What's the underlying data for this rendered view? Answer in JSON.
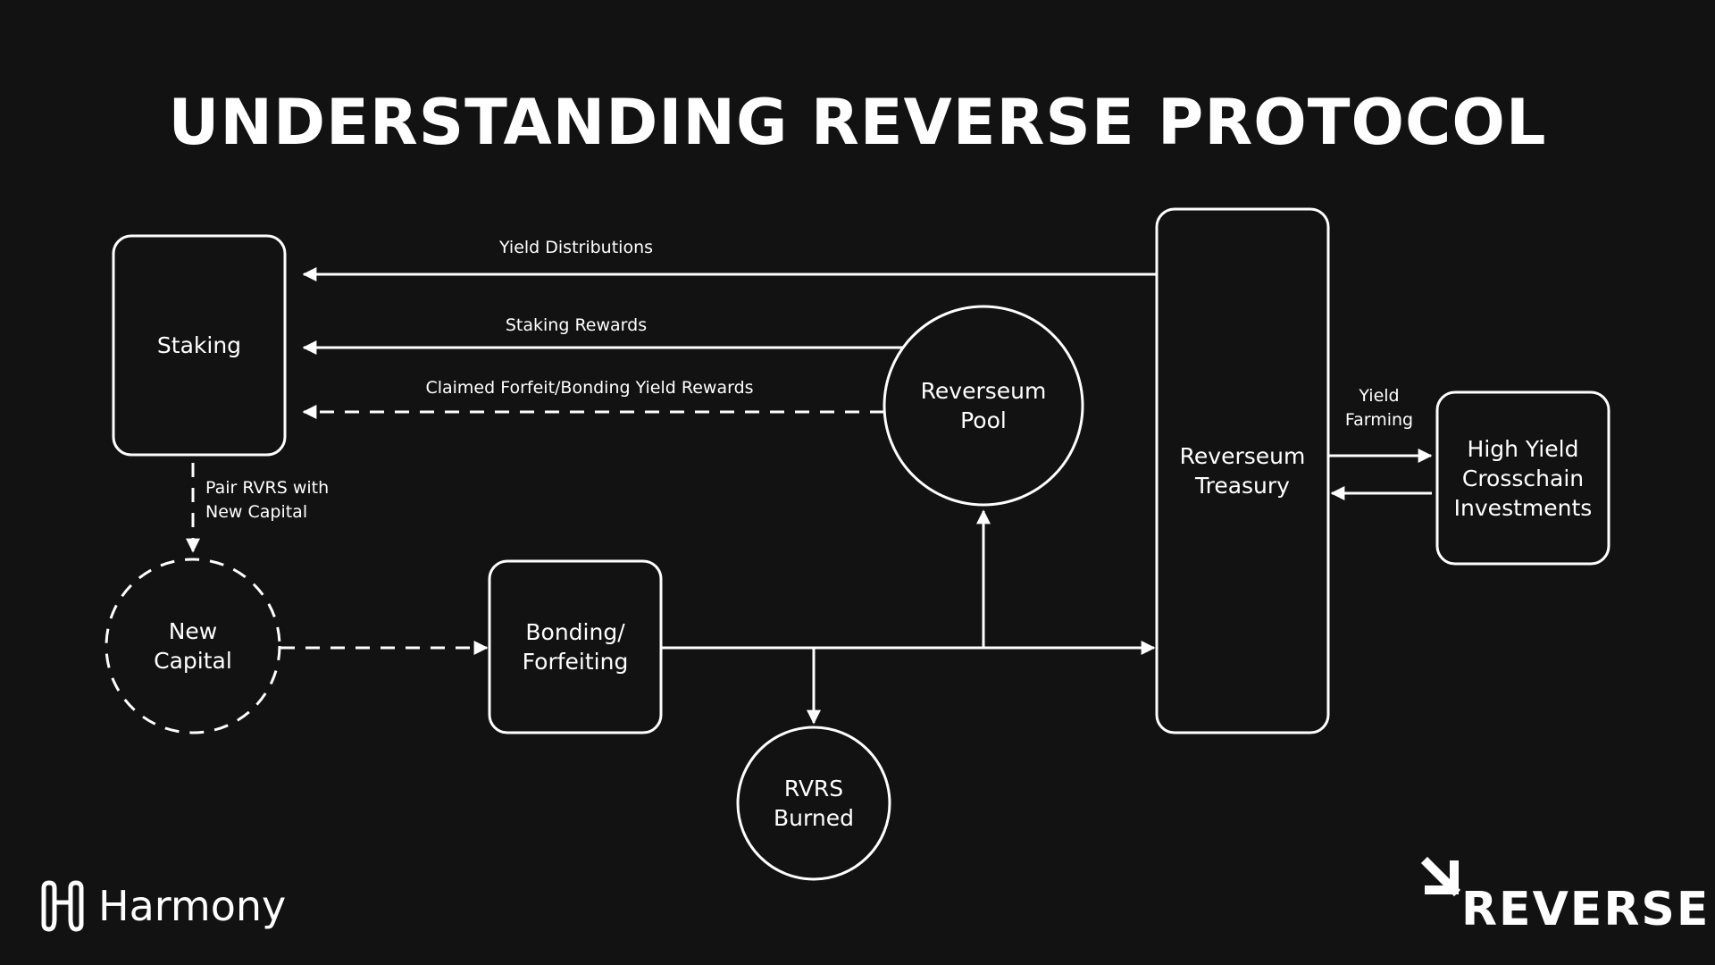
{
  "title": "UNDERSTANDING REVERSE PROTOCOL",
  "nodes": {
    "staking": "Staking",
    "new_capital": [
      "New",
      "Capital"
    ],
    "bonding": [
      "Bonding/",
      "Forfeiting"
    ],
    "pool": [
      "Reverseum",
      "Pool"
    ],
    "burned": [
      "RVRS",
      "Burned"
    ],
    "treasury": [
      "Reverseum",
      "Treasury"
    ],
    "investments": [
      "High Yield",
      "Crosschain",
      "Investments"
    ]
  },
  "edges": {
    "yield_distributions": "Yield Distributions",
    "staking_rewards": "Staking Rewards",
    "claimed_rewards": "Claimed Forfeit/Bonding Yield Rewards",
    "pair_rvrs": [
      "Pair RVRS with",
      "New Capital"
    ],
    "yield_farming": [
      "Yield",
      "Farming"
    ]
  },
  "logos": {
    "harmony": "Harmony",
    "reverse": "REVERSE"
  },
  "colors": {
    "background": "#121212",
    "stroke": "#ffffff"
  }
}
